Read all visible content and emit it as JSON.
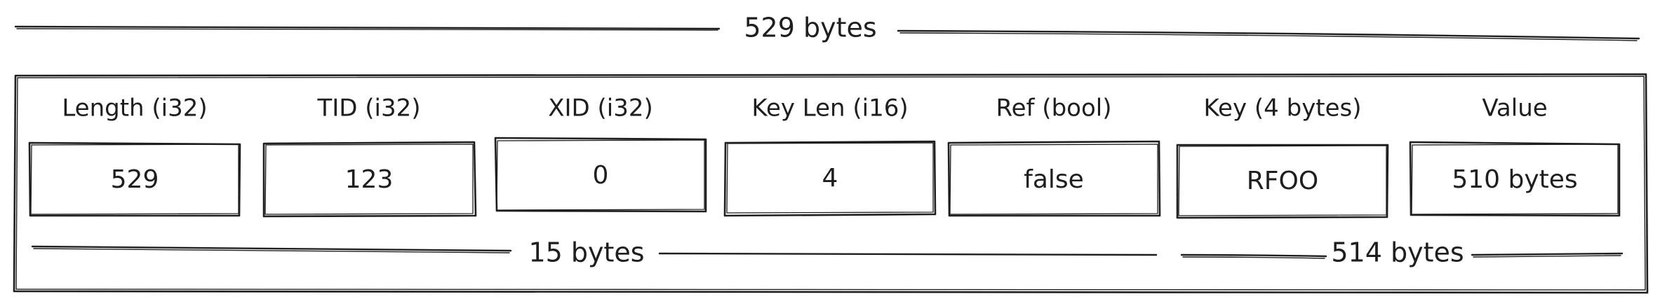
{
  "total_label": "529 bytes",
  "fields": [
    {
      "header": "Length (i32)",
      "value": "529"
    },
    {
      "header": "TID (i32)",
      "value": "123"
    },
    {
      "header": "XID (i32)",
      "value": "0"
    },
    {
      "header": "Key Len (i16)",
      "value": "4"
    },
    {
      "header": "Ref (bool)",
      "value": "false"
    },
    {
      "header": "Key (4 bytes)",
      "value": "RFOO"
    },
    {
      "header": "Value",
      "value": "510 bytes"
    }
  ],
  "spans": {
    "header_bytes_label": "15 bytes",
    "payload_bytes_label": "514 bytes"
  }
}
